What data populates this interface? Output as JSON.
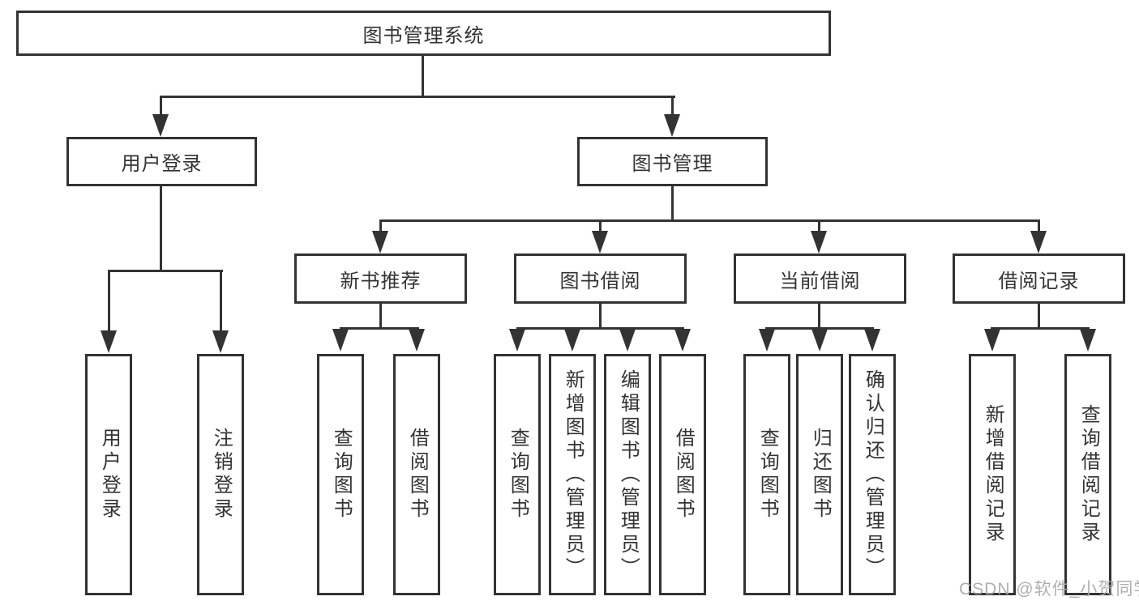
{
  "diagram_title": "图书管理系统",
  "tree": {
    "label": "图书管理系统",
    "children": [
      {
        "label": "用户登录",
        "children": [
          {
            "label": "用户登录"
          },
          {
            "label": "注销登录"
          }
        ]
      },
      {
        "label": "图书管理",
        "children": [
          {
            "label": "新书推荐",
            "children": [
              {
                "label": "查询图书"
              },
              {
                "label": "借阅图书"
              }
            ]
          },
          {
            "label": "图书借阅",
            "children": [
              {
                "label": "查询图书"
              },
              {
                "label": "新增图书（管理员）"
              },
              {
                "label": "编辑图书（管理员）"
              },
              {
                "label": "借阅图书"
              }
            ]
          },
          {
            "label": "当前借阅",
            "children": [
              {
                "label": "查询图书"
              },
              {
                "label": "归还图书"
              },
              {
                "label": "确认归还（管理员）"
              }
            ]
          },
          {
            "label": "借阅记录",
            "children": [
              {
                "label": "新增借阅记录"
              },
              {
                "label": "查询借阅记录"
              }
            ]
          }
        ]
      }
    ]
  },
  "colors": {
    "line": "#333333",
    "text": "#333333",
    "box_background": "#ffffff",
    "watermark": "#a8a8a8"
  },
  "watermark": {
    "text": "CSDN @软件_小贺同学"
  }
}
